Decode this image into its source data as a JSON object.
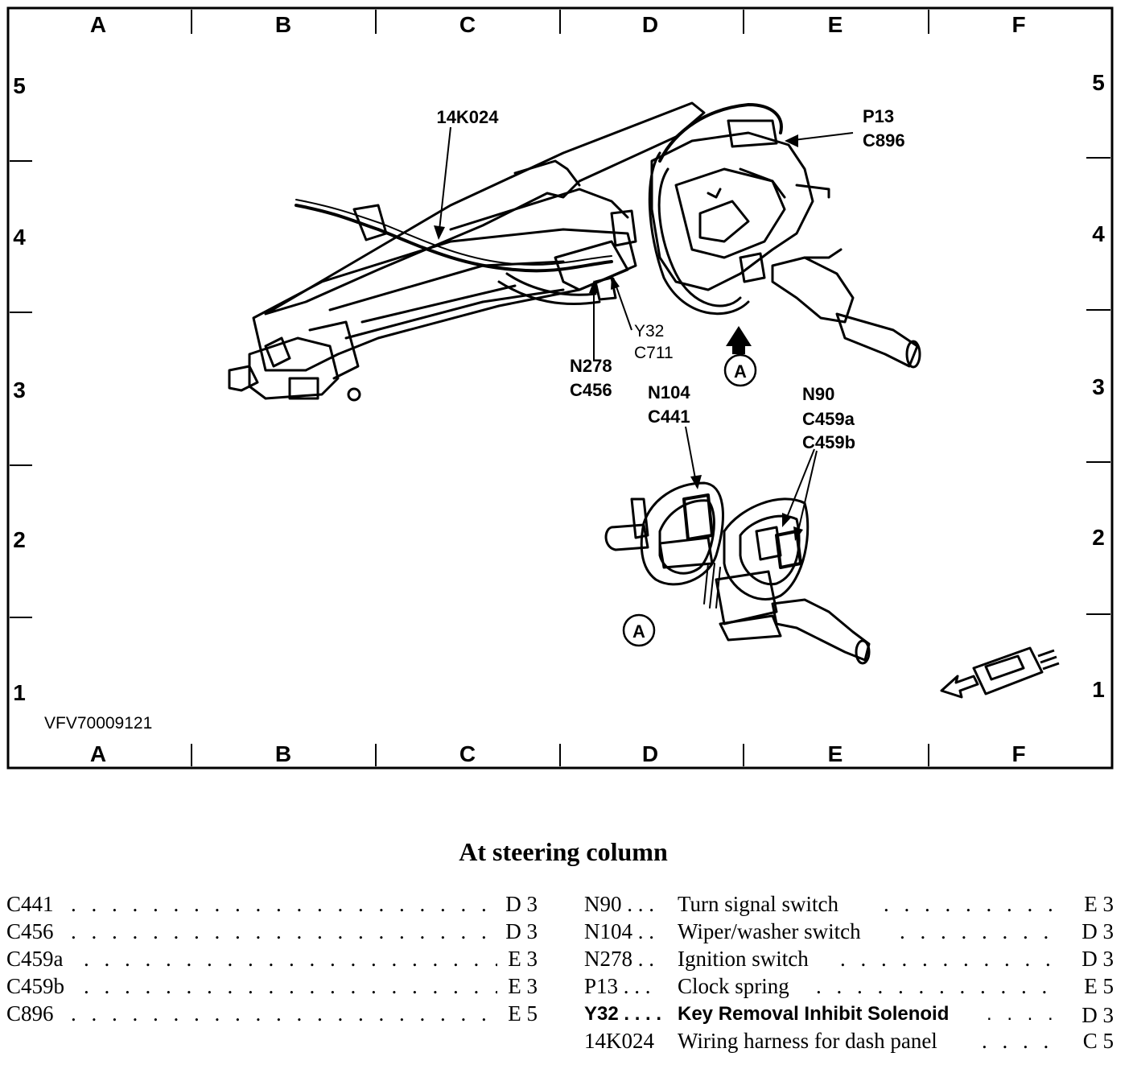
{
  "grid": {
    "columns": [
      "A",
      "B",
      "C",
      "D",
      "E",
      "F"
    ],
    "rows": [
      "5",
      "4",
      "3",
      "2",
      "1"
    ]
  },
  "figure_id": "VFV70009121",
  "callouts": {
    "wiring_harness": "14K024",
    "clock_spring_ref": "P13",
    "clock_spring_conn": "C896",
    "solenoid_ref": "Y32",
    "solenoid_conn": "C711",
    "ignition_ref": "N278",
    "ignition_conn": "C456",
    "wiper_ref": "N104",
    "wiper_conn": "C441",
    "turn_ref": "N90",
    "turn_conn_a": "C459a",
    "turn_conn_b": "C459b",
    "view_label": "A"
  },
  "legend": {
    "title": "At steering column",
    "left": [
      {
        "code": "C441",
        "loc": "D 3"
      },
      {
        "code": "C456",
        "loc": "D 3"
      },
      {
        "code": "C459a",
        "loc": "E 3"
      },
      {
        "code": "C459b",
        "loc": "E 3"
      },
      {
        "code": "C896",
        "loc": "E 5"
      }
    ],
    "right": [
      {
        "code": "N90 . . .",
        "desc": "Turn signal switch",
        "loc": "E 3"
      },
      {
        "code": "N104 . .",
        "desc": "Wiper/washer switch",
        "loc": "D 3"
      },
      {
        "code": "N278 . .",
        "desc": "Ignition switch",
        "loc": "D 3"
      },
      {
        "code": "P13 . . .",
        "desc": "Clock spring",
        "loc": "E 5"
      },
      {
        "code": "Y32 . . . .",
        "desc": "Key Removal Inhibit Solenoid",
        "loc": "D 3"
      },
      {
        "code": "14K024",
        "desc": "Wiring harness for dash panel",
        "loc": "C 5"
      }
    ]
  }
}
